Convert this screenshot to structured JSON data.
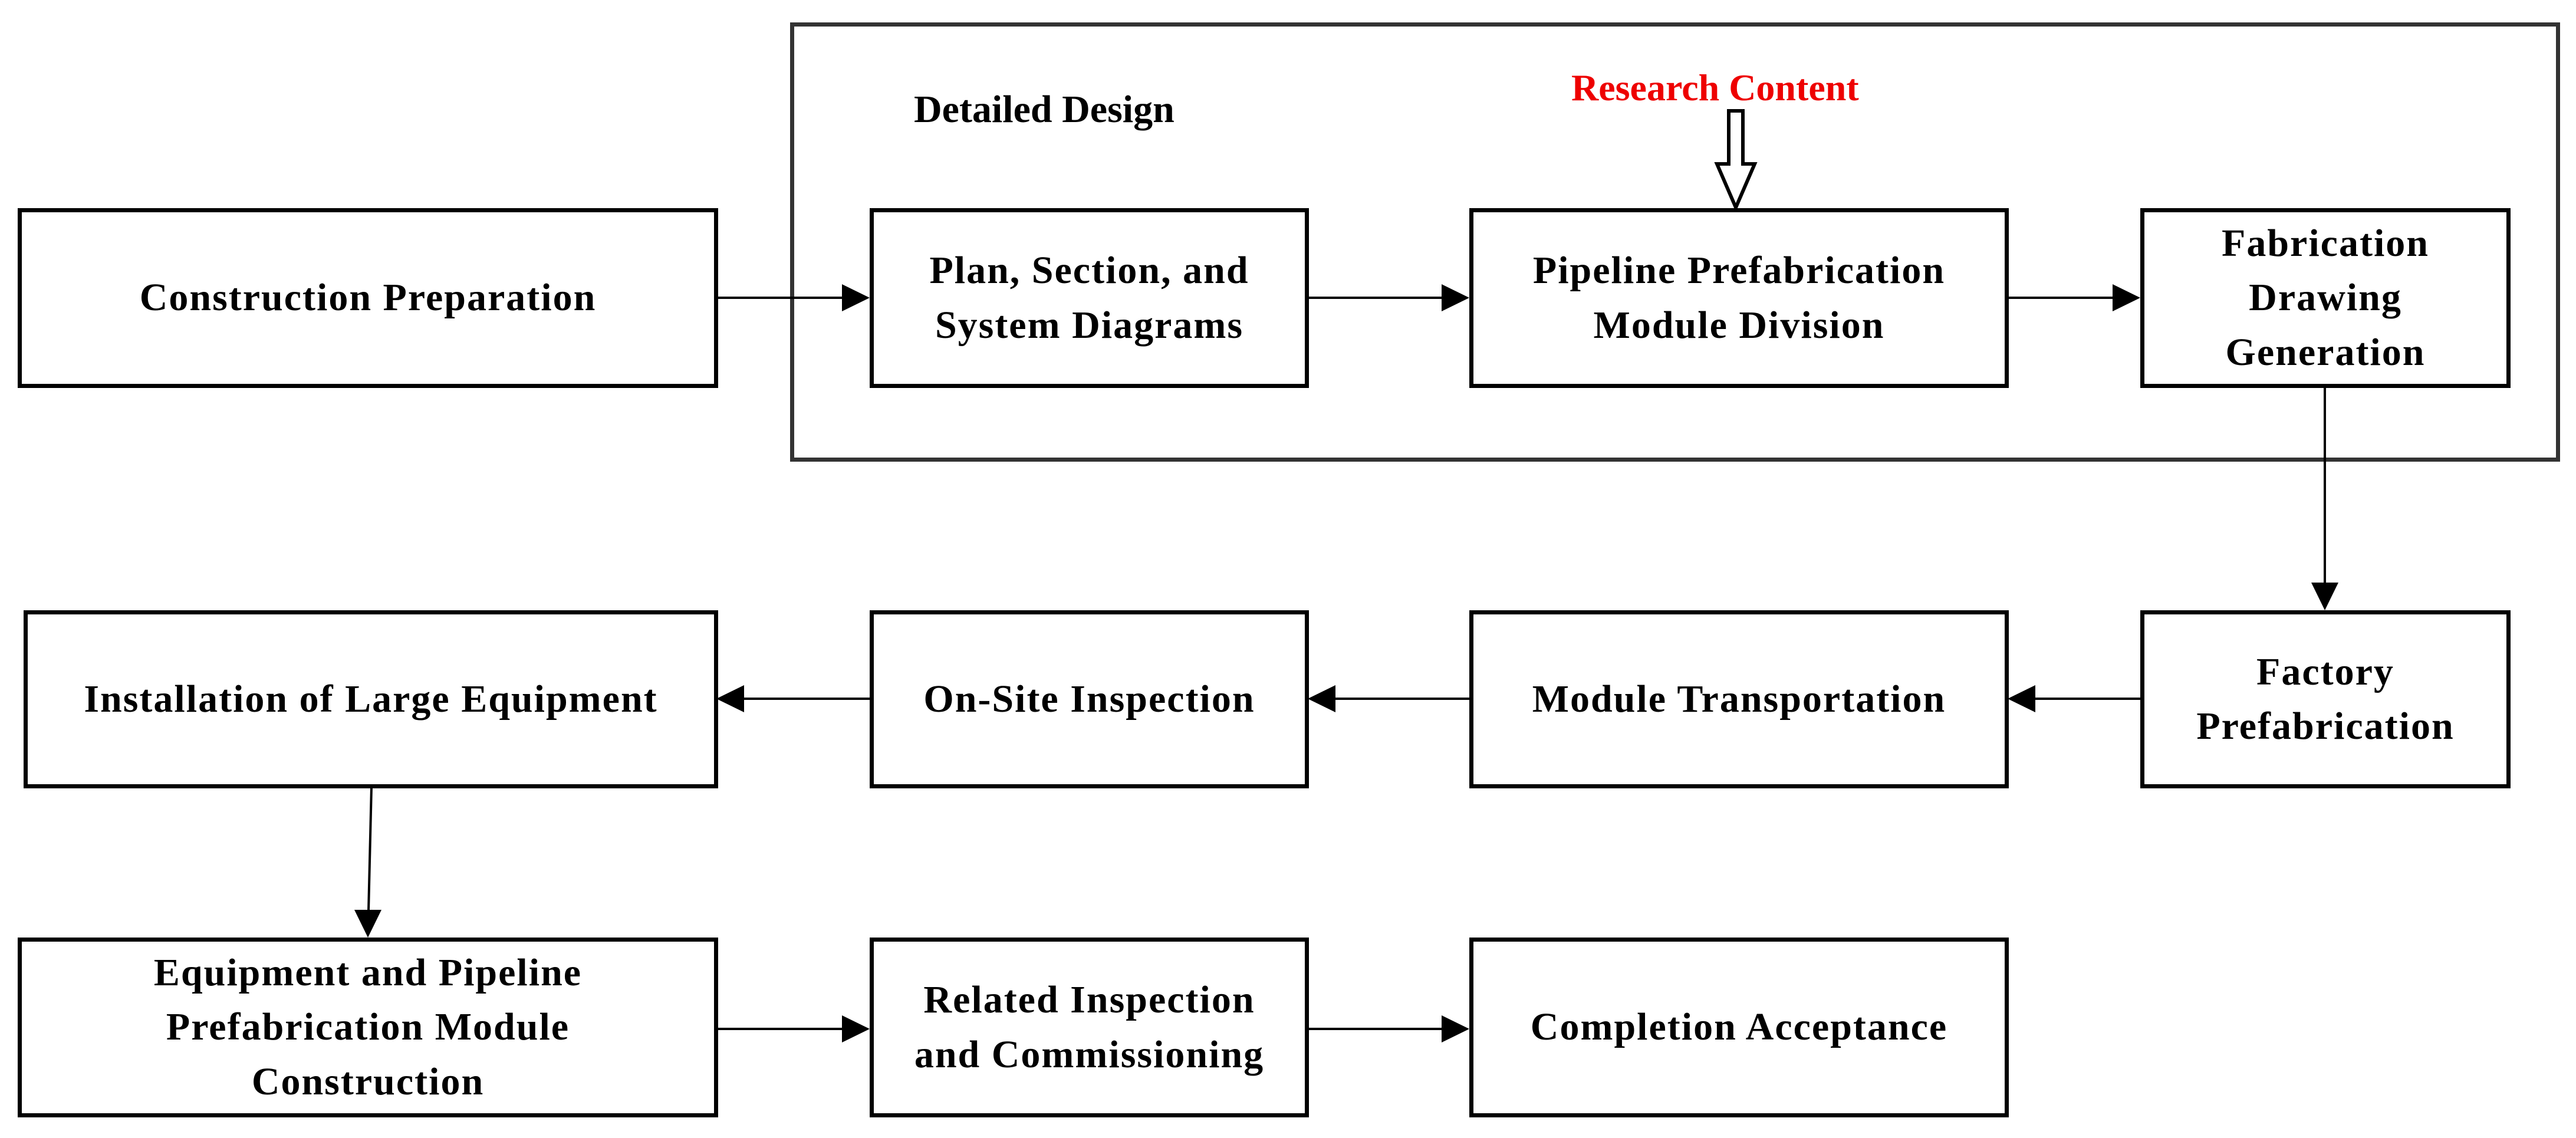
{
  "colors": {
    "line": "#000000",
    "container_border": "#333333",
    "callout": "#ee0000"
  },
  "group": {
    "title": "Detailed Design"
  },
  "callout": {
    "text": "Research Content"
  },
  "boxes": {
    "construction_preparation": "Construction Preparation",
    "plan_section_system": "Plan, Section, and\nSystem Diagrams",
    "module_division": "Pipeline Prefabrication\nModule Division",
    "fabrication_drawing": "Fabrication\nDrawing\nGeneration",
    "factory_prefabrication": "Factory\nPrefabrication",
    "module_transportation": "Module Transportation",
    "onsite_inspection": "On-Site Inspection",
    "large_equipment": "Installation of Large Equipment",
    "module_construction": "Equipment and Pipeline\nPrefabrication Module\nConstruction",
    "inspection_commissioning": "Related Inspection\nand Commissioning",
    "completion_acceptance": "Completion Acceptance"
  }
}
